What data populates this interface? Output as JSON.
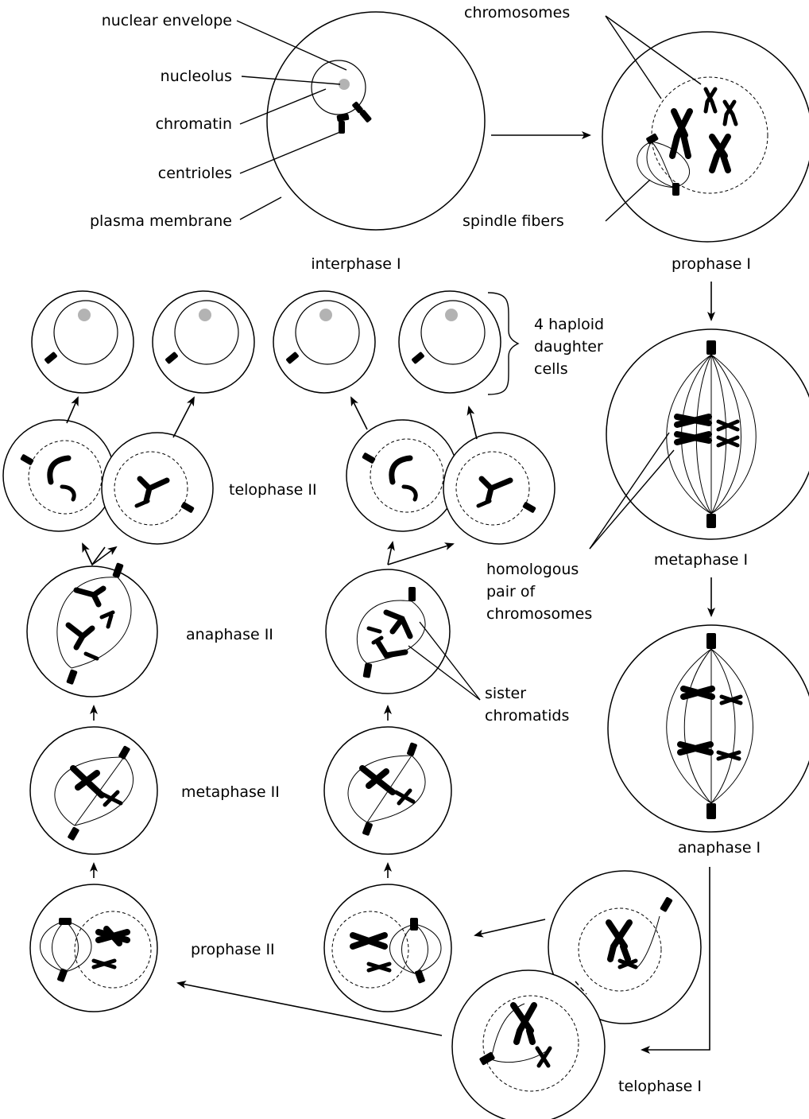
{
  "labels": {
    "nuclear_envelope": "nuclear envelope",
    "nucleolus": "nucleolus",
    "chromatin": "chromatin",
    "centrioles": "centrioles",
    "plasma_membrane": "plasma membrane",
    "chromosomes": "chromosomes",
    "spindle_fibers": "spindle fibers",
    "homologous_1": "homologous",
    "homologous_2": "pair of",
    "homologous_3": "chromosomes",
    "sister_1": "sister",
    "sister_2": "chromatids",
    "haploid_1": "4 haploid",
    "haploid_2": "daughter",
    "haploid_3": "cells"
  },
  "stages": {
    "interphase_1": "interphase I",
    "prophase_1": "prophase I",
    "metaphase_1": "metaphase I",
    "anaphase_1": "anaphase I",
    "telophase_1": "telophase I",
    "prophase_2": "prophase II",
    "metaphase_2": "metaphase II",
    "anaphase_2": "anaphase II",
    "telophase_2": "telophase II"
  },
  "colors": {
    "ink": "#000000",
    "nucleolus": "#b3b3b3",
    "background": "#ffffff"
  }
}
